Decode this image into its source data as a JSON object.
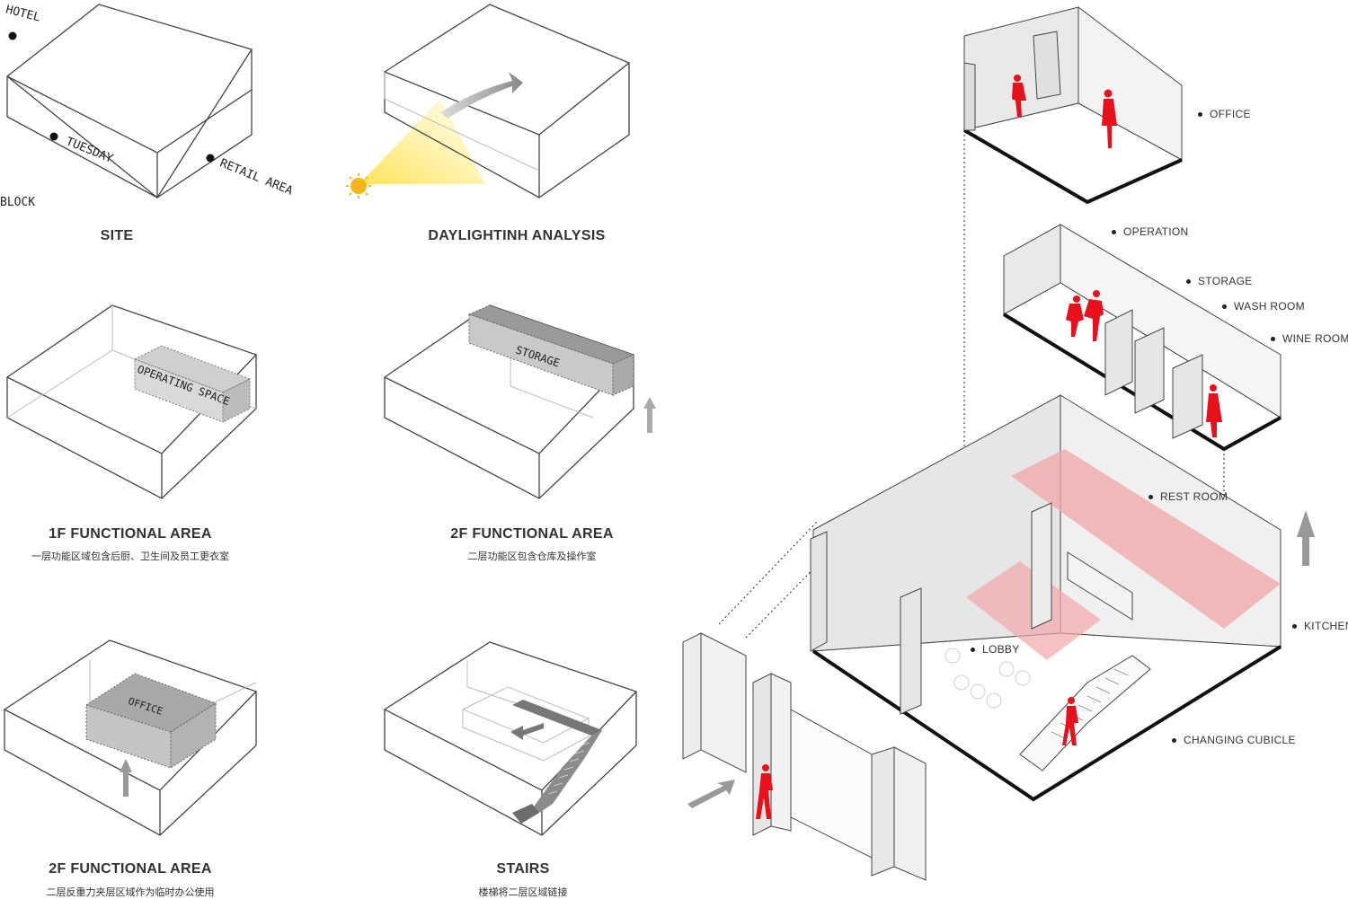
{
  "site": {
    "title": "SITE",
    "labels": {
      "hotel": "HOTEL",
      "tuesday": "TUESDAY",
      "retail": "RETAIL AREA",
      "block": "BLOCK"
    }
  },
  "daylight": {
    "title": "DAYLIGHTINH ANALYSIS"
  },
  "f1": {
    "title": "1F FUNCTIONAL AREA",
    "subtitle": "一层功能区域包含后厨、卫生间及员工更衣室",
    "box_label": "OPERATING SPACE"
  },
  "f2": {
    "title": "2F FUNCTIONAL AREA",
    "subtitle": "二层功能区包含仓库及操作室",
    "box_label": "STORAGE"
  },
  "f2b": {
    "title": "2F FUNCTIONAL AREA",
    "subtitle": "二层反重力夹层区域作为临时办公使用",
    "box_label": "OFFICE"
  },
  "stairs": {
    "title": "STAIRS",
    "subtitle": "楼梯将二层区域链接"
  },
  "axon": {
    "callouts": {
      "office": "OFFICE",
      "operation": "OPERATION",
      "storage": "STORAGE",
      "washroom": "WASH ROOM",
      "wineroom": "WINE ROOM",
      "restroom": "REST ROOM",
      "kitchen": "KITCHEN",
      "lobby": "LOBBY",
      "changing": "CHANGING CUBICLE"
    },
    "colors": {
      "accent": "#e8101a",
      "highlight": "#f2a6a8"
    }
  }
}
